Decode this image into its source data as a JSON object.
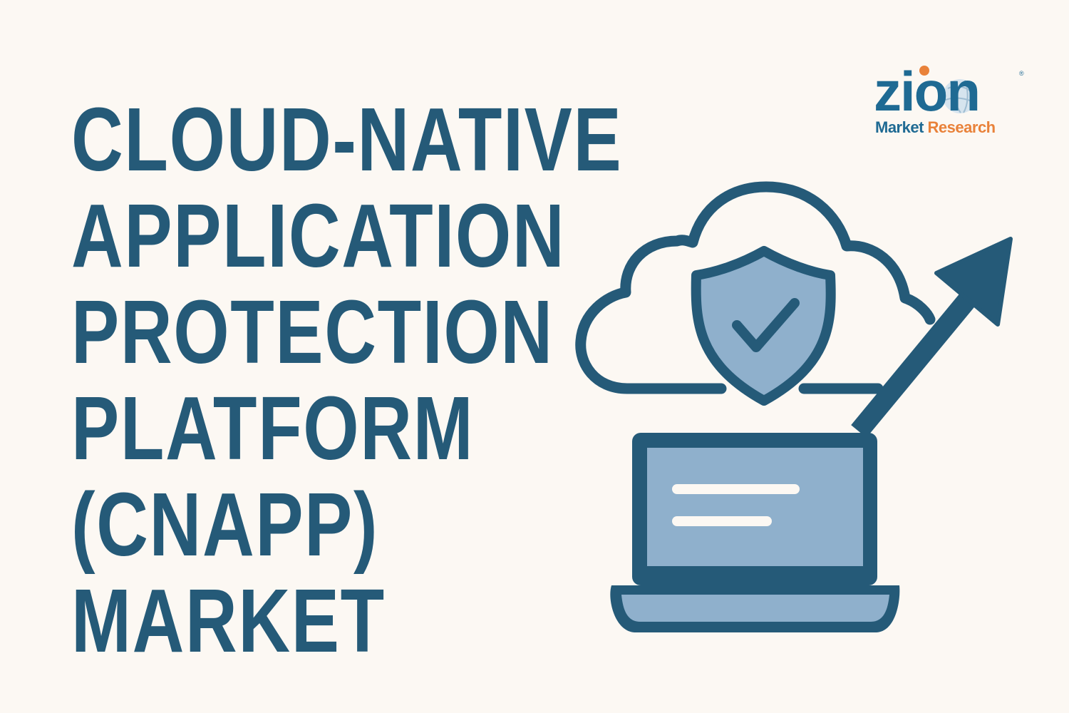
{
  "title": {
    "lines": [
      "CLOUD-NATIVE",
      "APPLICATION",
      "PROTECTION",
      "PLATFORM",
      "(CNAPP)",
      "MARKET"
    ]
  },
  "logo": {
    "brand": "zion",
    "sub_market": "Market",
    "sub_research": "Research",
    "registered": "®"
  },
  "colors": {
    "background": "#fcf8f3",
    "primary": "#255a78",
    "light": "#8fb0cc",
    "accent": "#e9823a"
  },
  "illustration": {
    "icons": [
      "cloud-icon",
      "shield-check-icon",
      "laptop-icon",
      "growth-arrow-icon"
    ]
  }
}
